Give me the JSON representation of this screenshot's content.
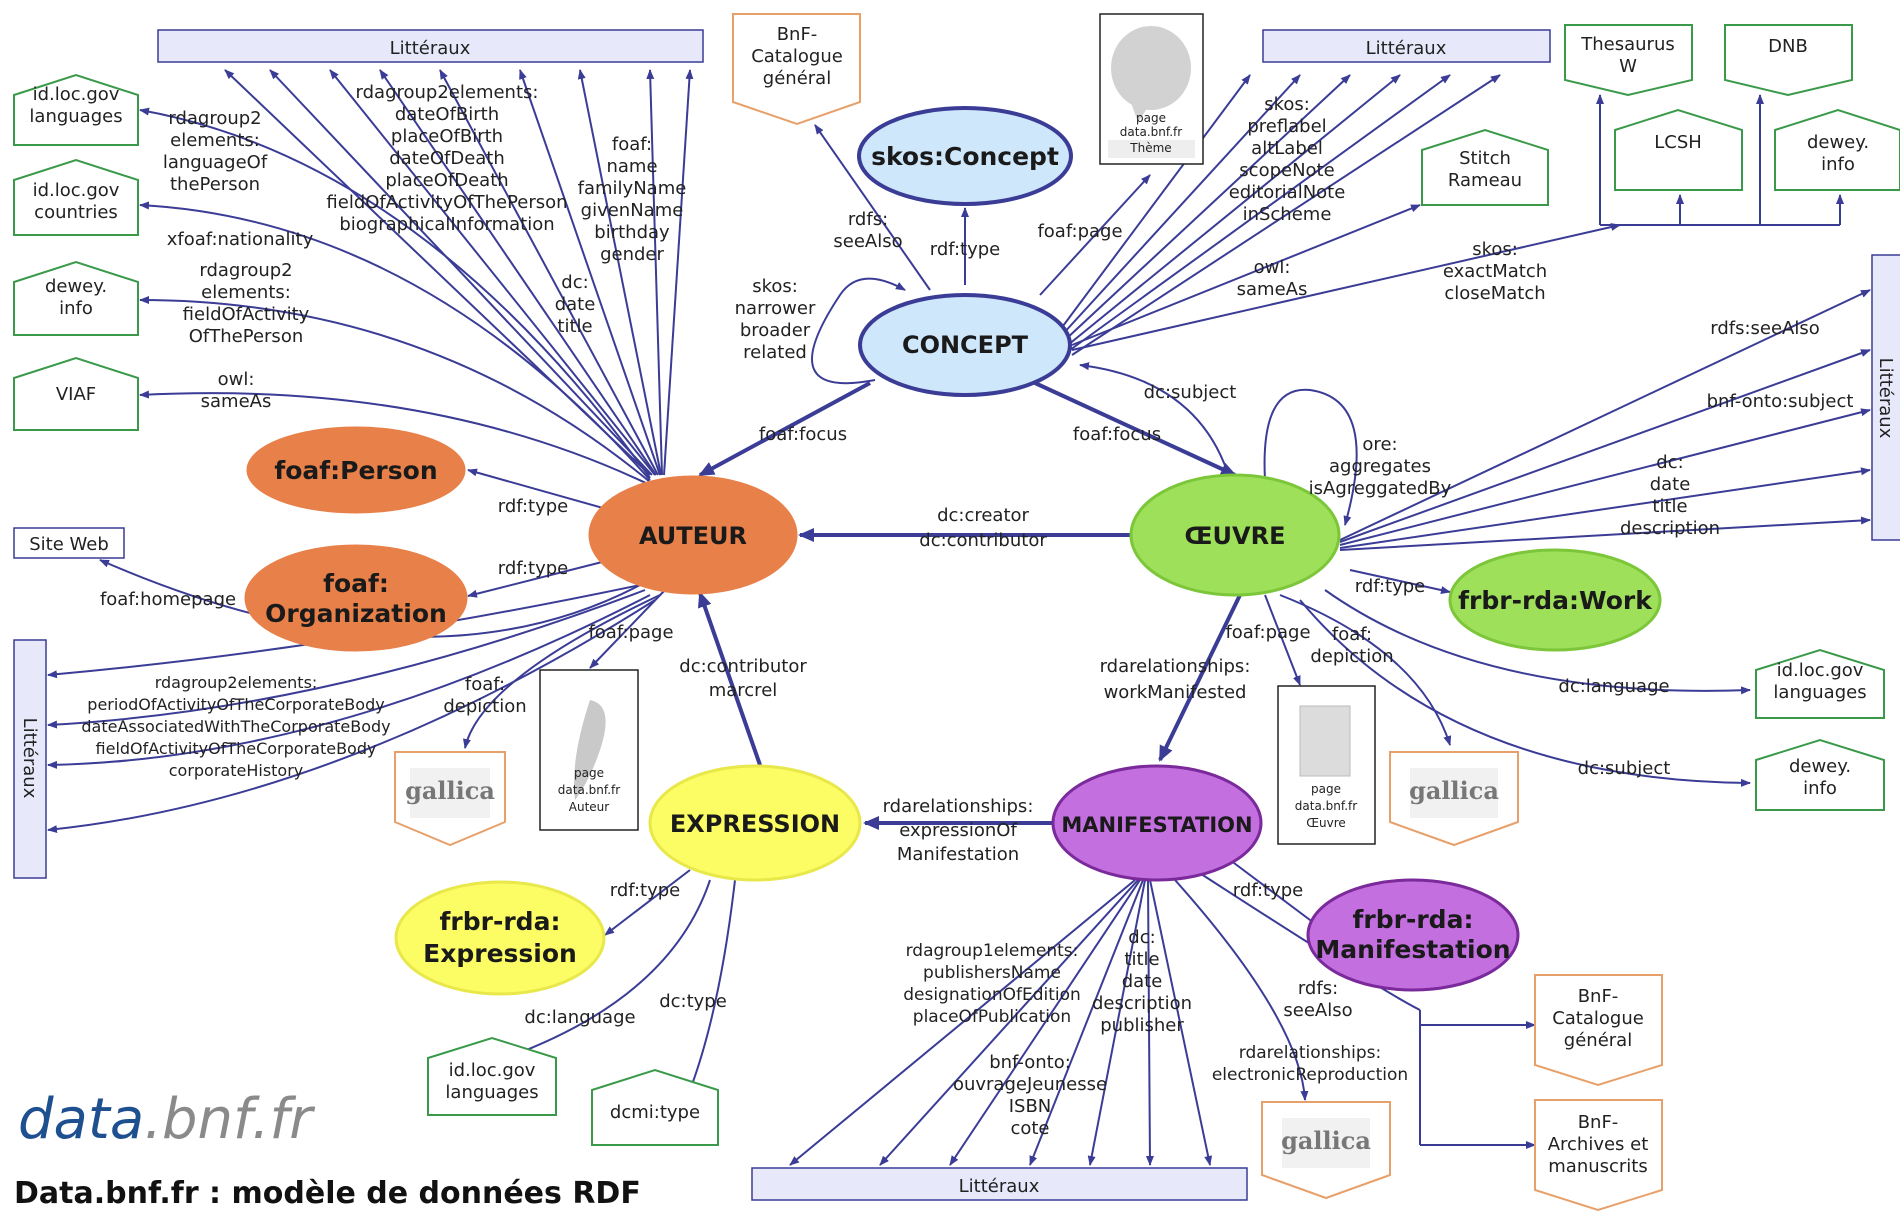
{
  "title": "Data.bnf.fr : modèle de données RDF",
  "logo": {
    "part1": "data",
    "part2": ".bnf.fr"
  },
  "colors": {
    "edge": "#3a3c96",
    "orange": "#e8804a",
    "green": "#9fe05a",
    "purple": "#c46fe0",
    "yellow": "#fcfc64",
    "blue": "#cfe7fb"
  },
  "nodes": {
    "concept": "CONCEPT",
    "auteur": "AUTEUR",
    "oeuvre": "ŒUVRE",
    "expression": "EXPRESSION",
    "manifestation": "MANIFESTATION",
    "skos_concept": "skos:Concept",
    "foaf_person": "foaf:Person",
    "foaf_org_1": "foaf:",
    "foaf_org_2": "Organization",
    "frbr_work": "frbr-rda:Work",
    "frbr_expr_1": "frbr-rda:",
    "frbr_expr_2": "Expression",
    "frbr_manif_1": "frbr-rda:",
    "frbr_manif_2": "Manifestation"
  },
  "literals": {
    "top_left": "Littéraux",
    "top_right": "Littéraux",
    "right": "Littéraux",
    "left": "Littéraux",
    "bottom": "Littéraux"
  },
  "boxes": {
    "idloc_lang": [
      "id.loc.gov",
      "languages"
    ],
    "idloc_countries": [
      "id.loc.gov",
      "countries"
    ],
    "dewey_left": [
      "dewey.",
      "info"
    ],
    "viaf": [
      "VIAF"
    ],
    "site_web": "Site Web",
    "bnf_cat_top": [
      "BnF-",
      "Catalogue",
      "général"
    ],
    "thesaurus_w": [
      "Thesaurus",
      "W"
    ],
    "dnb": [
      "DNB"
    ],
    "lcsh": [
      "LCSH"
    ],
    "dewey_top": [
      "dewey.",
      "info"
    ],
    "stitch": [
      "Stitch",
      "Rameau"
    ],
    "idloc_lang_right": [
      "id.loc.gov",
      "languages"
    ],
    "dewey_right": [
      "dewey.",
      "info"
    ],
    "idloc_lang_bottom": [
      "id.loc.gov",
      "languages"
    ],
    "dcmi_type": [
      "dcmi:type"
    ],
    "bnf_cat_bottom": [
      "BnF-",
      "Catalogue",
      "général"
    ],
    "bnf_archives": [
      "BnF-",
      "Archives et",
      "manuscrits"
    ]
  },
  "pages": {
    "theme": [
      "page",
      "data.bnf.fr",
      "Thème"
    ],
    "auteur": [
      "page",
      "data.bnf.fr",
      "Auteur"
    ],
    "oeuvre": [
      "page",
      "data.bnf.fr",
      "Œuvre"
    ]
  },
  "gallica": "gallica",
  "labels": {
    "rdagroup2_lang": [
      "rdagroup2",
      "elements:",
      "languageOf",
      "thePerson"
    ],
    "rdagroup2_person": [
      "rdagroup2elements:",
      "dateOfBirth",
      "placeOfBirth",
      "dateOfDeath",
      "placeOfDeath",
      "fieldOfActivityOfThePerson",
      "biographicalInformation"
    ],
    "foaf_name": [
      "foaf:",
      "name",
      "familyName",
      "givenName",
      "birthday",
      "gender"
    ],
    "dc_dtt_aut": [
      "dc:",
      "date",
      "title"
    ],
    "xfoaf_nat": "xfoaf:nationality",
    "rdagroup2_field": [
      "rdagroup2",
      "elements:",
      "fieldOfActivity",
      "OfThePerson"
    ],
    "owl_sameas_aut": [
      "owl:",
      "sameAs"
    ],
    "rdf_type_person": "rdf:type",
    "rdf_type_org": "rdf:type",
    "foaf_homepage": "foaf:homepage",
    "rdagroup2_corp": [
      "rdagroup2elements:",
      "periodOfActivityOfTheCorporateBody",
      "dateAssociatedWithTheCorporateBody",
      "fieldOfActivityOfTheCorporateBody",
      "corporateHistory"
    ],
    "foaf_depiction_aut": [
      "foaf:",
      "depiction"
    ],
    "foaf_page_aut": "foaf:page",
    "dc_contributor_marc": [
      "dc:contributor",
      "marcrel"
    ],
    "rdfs_seealso_concept": [
      "rdfs:",
      "seeAlso"
    ],
    "rdf_type_concept": "rdf:type",
    "skos_narrower": [
      "skos:",
      "narrower",
      "broader",
      "related"
    ],
    "foaf_page_concept": "foaf:page",
    "skos_pref": [
      "skos:",
      "preflabel",
      "altLabel",
      "scopeNote",
      "editorialNote",
      "inScheme"
    ],
    "owl_sameas_concept": [
      "owl:",
      "sameAs"
    ],
    "skos_exact": [
      "skos:",
      "exactMatch",
      "closeMatch"
    ],
    "foaf_focus_left": "foaf:focus",
    "foaf_focus_right": "foaf:focus",
    "dc_subject_concept": "dc:subject",
    "dc_creator": [
      "dc:creator",
      "dc:contributor"
    ],
    "ore_aggregates": [
      "ore:",
      "aggregates",
      "isAgreggatedBy"
    ],
    "rdfs_seealso_oeuvre": "rdfs:seeAlso",
    "bnf_onto_subject": "bnf-onto:subject",
    "dc_dttd_oeuvre": [
      "dc:",
      "date",
      "title",
      "description"
    ],
    "rdf_type_work": "rdf:type",
    "foaf_page_oeuvre": "foaf:page",
    "foaf_depiction_oeuvre": [
      "foaf:",
      "depiction"
    ],
    "dc_language_oeuvre": "dc:language",
    "dc_subject_oeuvre": "dc:subject",
    "rda_work_manifested": [
      "rdarelationships:",
      "workManifested"
    ],
    "rda_expression_of": [
      "rdarelationships:",
      "expressionOf",
      "Manifestation"
    ],
    "rdf_type_expr": "rdf:type",
    "dc_language_expr": "dc:language",
    "dc_type_expr": "dc:type",
    "rdf_type_manif": "rdf:type",
    "rdagroup1": [
      "rdagroup1elements:",
      "publishersName",
      "designationOfEdition",
      "placeOfPublication"
    ],
    "dc_manif": [
      "dc:",
      "title",
      "date",
      "description",
      "publisher"
    ],
    "bnf_onto_manif": [
      "bnf-onto:",
      "ouvrageJeunesse",
      "ISBN",
      "cote"
    ],
    "rdfs_seealso_manif": [
      "rdfs:",
      "seeAlso"
    ],
    "rda_electronic": [
      "rdarelationships:",
      "electronicReproduction"
    ]
  }
}
